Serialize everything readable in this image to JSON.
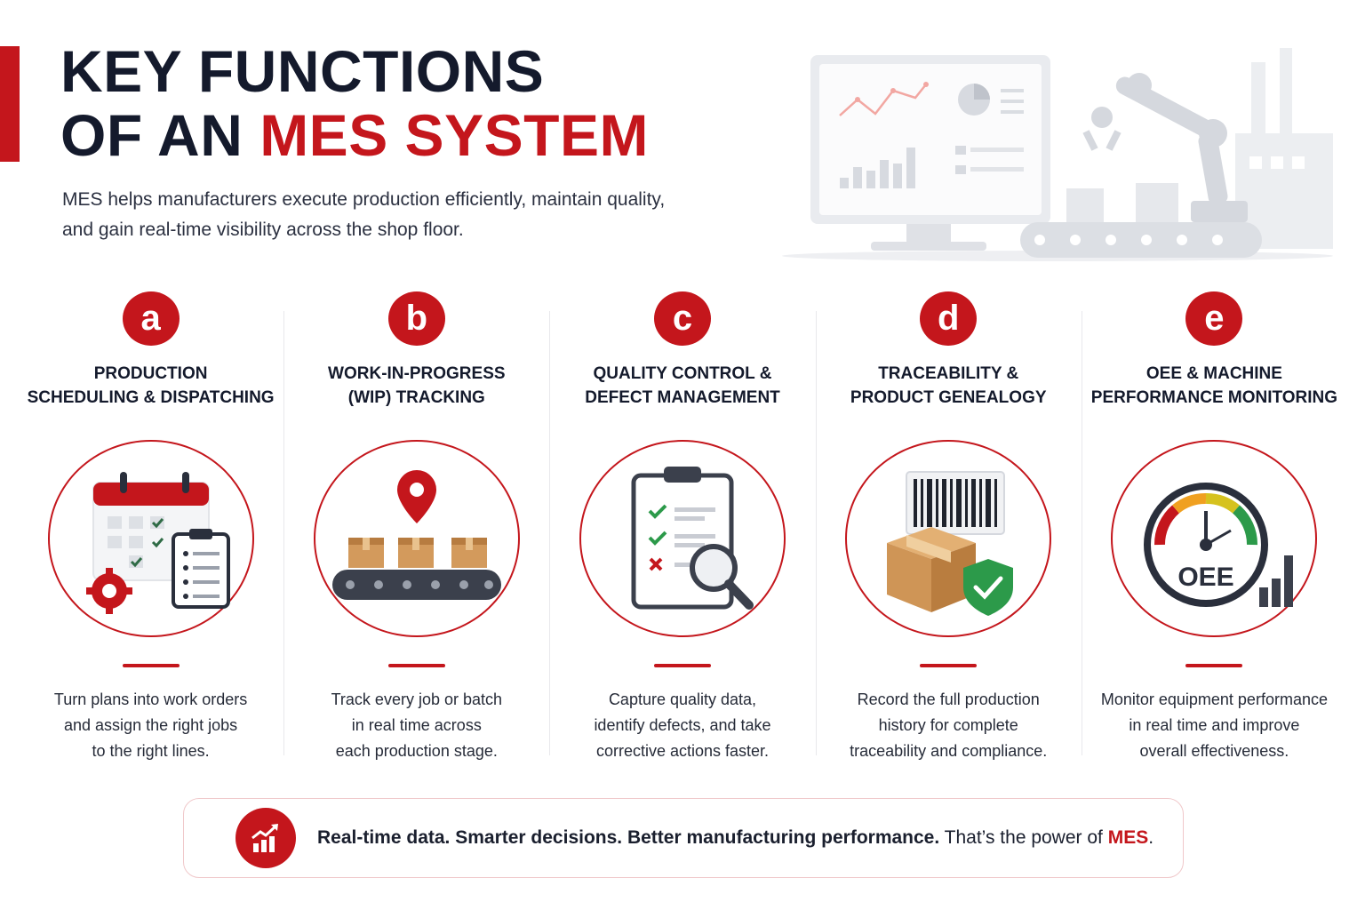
{
  "header": {
    "title_line1": "KEY FUNCTIONS",
    "title_line2_prefix": "OF AN ",
    "title_line2_highlight": "MES SYSTEM",
    "subtitle_line1": "MES helps manufacturers execute production efficiently, maintain quality,",
    "subtitle_line2": "and gain real-time visibility across the shop floor."
  },
  "colors": {
    "accent": "#c4161c",
    "dark": "#141a2c",
    "gray": "#c9ccd3"
  },
  "functions": [
    {
      "letter": "a",
      "title_line1": "PRODUCTION",
      "title_line2": "SCHEDULING & DISPATCHING",
      "icon": "calendar-gear-clipboard-icon",
      "desc_line1": "Turn plans into work orders",
      "desc_line2": "and assign the right jobs",
      "desc_line3": "to the right lines."
    },
    {
      "letter": "b",
      "title_line1": "WORK-IN-PROGRESS",
      "title_line2": "(WIP) TRACKING",
      "icon": "conveyor-location-icon",
      "desc_line1": "Track every job or batch",
      "desc_line2": "in real time across",
      "desc_line3": "each production stage."
    },
    {
      "letter": "c",
      "title_line1": "QUALITY CONTROL &",
      "title_line2": "DEFECT MANAGEMENT",
      "icon": "checklist-magnifier-icon",
      "desc_line1": "Capture quality data,",
      "desc_line2": "identify defects, and take",
      "desc_line3": "corrective actions faster."
    },
    {
      "letter": "d",
      "title_line1": "TRACEABILITY &",
      "title_line2": "PRODUCT GENEALOGY",
      "icon": "barcode-box-shield-icon",
      "desc_line1": "Record the full production",
      "desc_line2": "history for complete",
      "desc_line3": "traceability and compliance."
    },
    {
      "letter": "e",
      "title_line1": "OEE & MACHINE",
      "title_line2": "PERFORMANCE MONITORING",
      "icon": "oee-gauge-icon",
      "gauge_label": "OEE",
      "desc_line1": "Monitor equipment performance",
      "desc_line2": "in real time and improve",
      "desc_line3": "overall effectiveness."
    }
  ],
  "footer": {
    "bold_text": "Real-time data. Smarter decisions. Better manufacturing performance.",
    "normal_text": " That’s the power of ",
    "highlight": "MES",
    "end": ".",
    "icon": "growth-chart-icon"
  }
}
